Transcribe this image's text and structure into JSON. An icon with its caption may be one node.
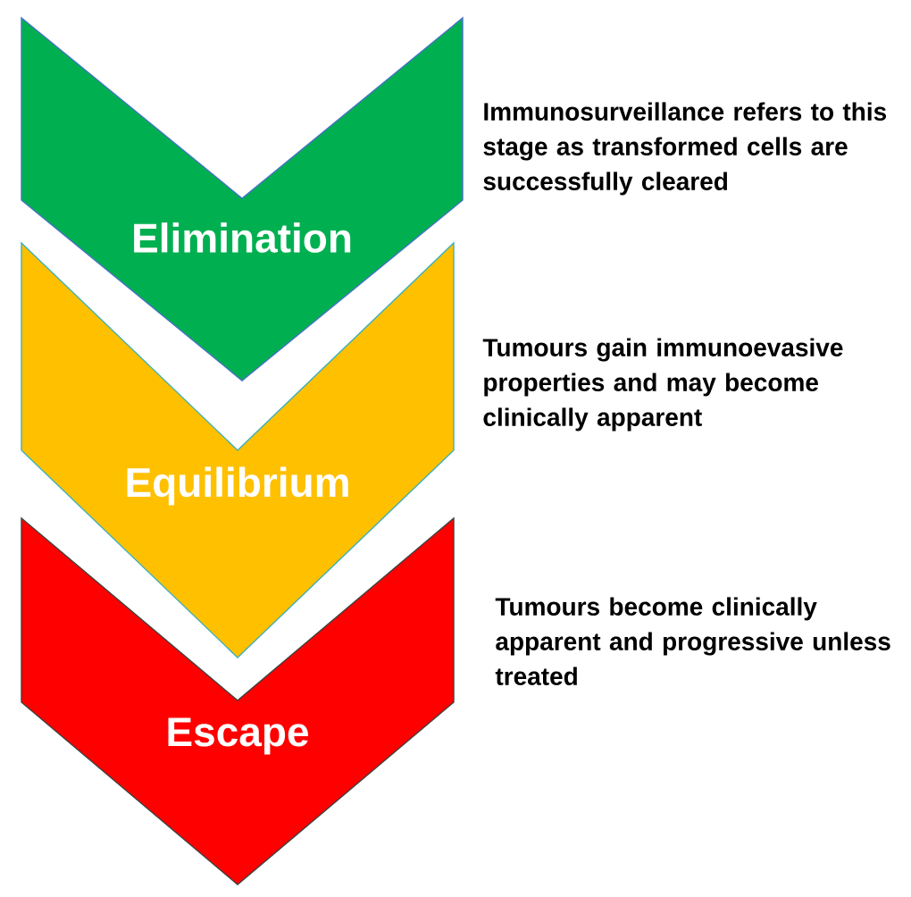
{
  "diagram": {
    "nodes": [
      {
        "text": [
          "Elimination"
        ],
        "beside": [
          "Immunosurveillance refers to this stage as transformed cells are successfully cleared"
        ]
      },
      {
        "text": [
          "Equilibrium"
        ],
        "beside": [
          "Tumours gain immunoevasive properties and may become clinically apparent"
        ]
      },
      {
        "text": [
          "Escape"
        ],
        "beside": [
          "Tumours become clinically apparent and progressive unless treated"
        ]
      }
    ]
  }
}
